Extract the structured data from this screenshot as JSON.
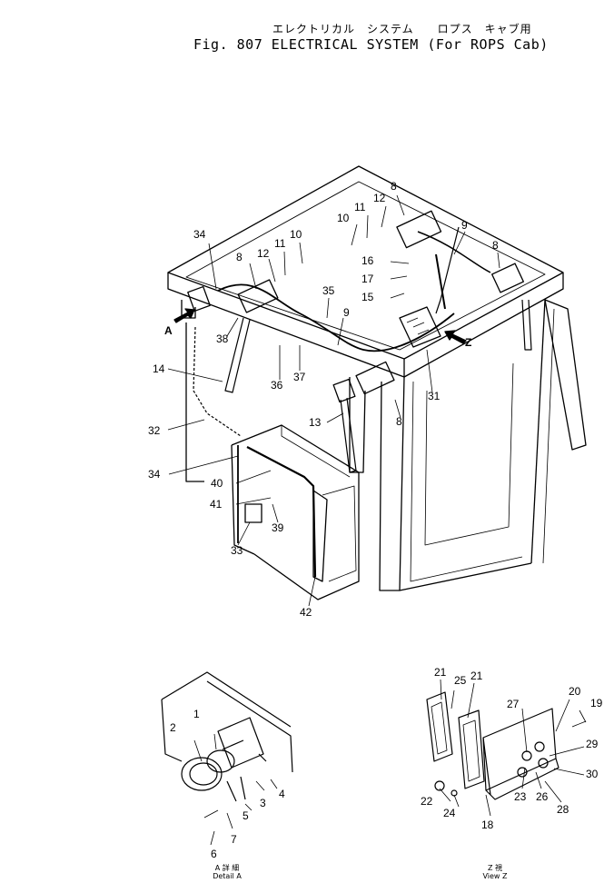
{
  "title_jp": "エレクトリカル　システム　　ロプス　キャブ用",
  "title_en": "Fig. 807   ELECTRICAL SYSTEM (For ROPS Cab)",
  "view_arrows": [
    "A",
    "Z"
  ],
  "detail_a": {
    "jp": "A 詳 細",
    "en": "Detail A"
  },
  "view_z": {
    "jp": "Z 視",
    "en": "View Z"
  },
  "callouts": [
    "34",
    "8",
    "12",
    "11",
    "10",
    "10",
    "11",
    "12",
    "8",
    "9",
    "8",
    "16",
    "17",
    "15",
    "35",
    "9",
    "38",
    "36",
    "37",
    "14",
    "31",
    "13",
    "8",
    "32",
    "34",
    "40",
    "41",
    "39",
    "33",
    "42",
    "2",
    "1",
    "3",
    "4",
    "5",
    "7",
    "6",
    "21",
    "25",
    "21",
    "20",
    "19",
    "27",
    "29",
    "30",
    "28",
    "22",
    "24",
    "26",
    "23",
    "18"
  ]
}
